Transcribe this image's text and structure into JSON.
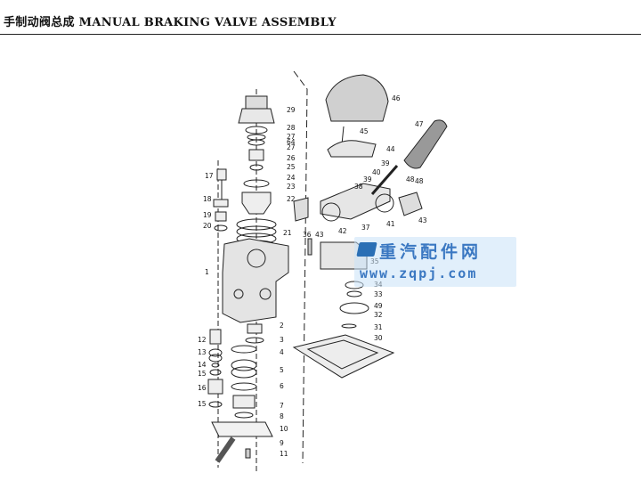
{
  "page": {
    "title": "手制动阀总成 MANUAL BRAKING VALVE ASSEMBLY"
  },
  "callouts": {
    "c1": "1",
    "c2": "2",
    "c3": "3",
    "c4": "4",
    "c5": "5",
    "c6": "6",
    "c7": "7",
    "c8": "8",
    "c9": "9",
    "c10": "10",
    "c11": "11",
    "c12": "12",
    "c13": "13",
    "c14": "14",
    "c15a": "15",
    "c15b": "15",
    "c16": "16",
    "c17": "17",
    "c18": "18",
    "c19": "19",
    "c20": "20",
    "c21": "21",
    "c22": "22",
    "c23": "23",
    "c24": "24",
    "c25": "25",
    "c26": "26",
    "c27a": "27",
    "c27b": "27",
    "c28": "28",
    "c29": "29",
    "c30": "30",
    "c31": "31",
    "c32": "32",
    "c33": "33",
    "c34": "34",
    "c35": "35",
    "c36": "36",
    "c37": "37",
    "c38": "38",
    "c39a": "39",
    "c39b": "39",
    "c40": "40",
    "c41": "41",
    "c42": "42",
    "c43a": "43",
    "c43b": "43",
    "c44": "44",
    "c45": "45",
    "c46": "46",
    "c47": "47",
    "c48a": "48",
    "c48b": "48",
    "c49": "49",
    "c64": "64"
  },
  "watermark": {
    "cn": "重汽配件网",
    "url": "www.zqpj.com"
  }
}
